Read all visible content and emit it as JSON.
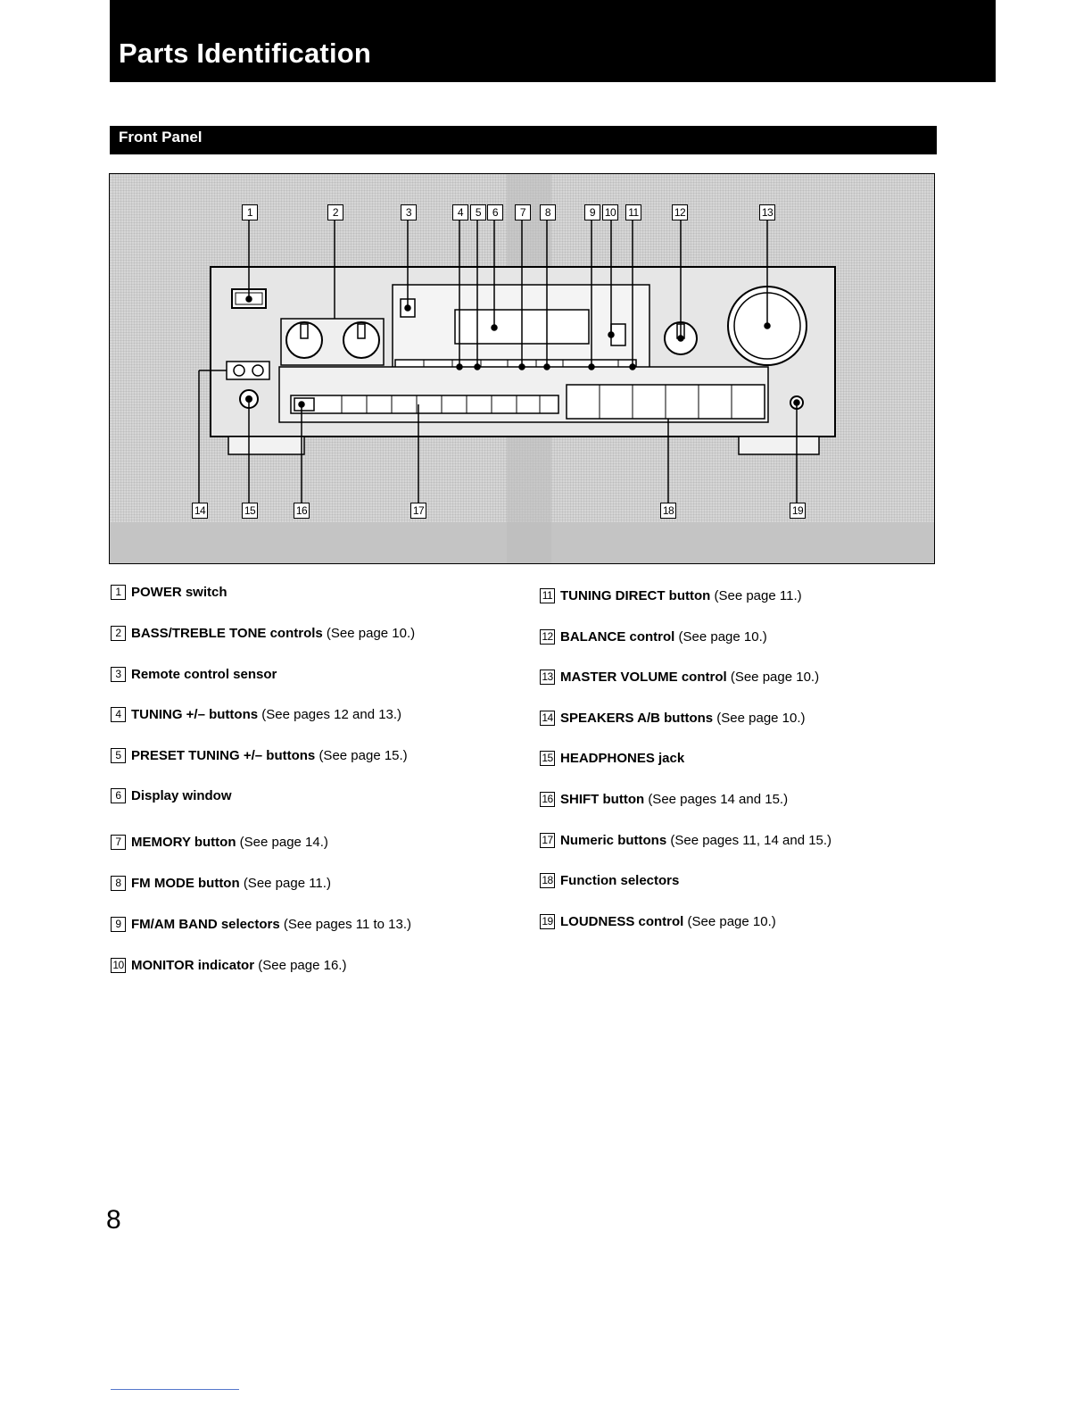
{
  "header": {
    "title": "Parts Identification"
  },
  "section": {
    "title": "Front Panel"
  },
  "figure": {
    "callouts": [
      "1",
      "2",
      "3",
      "4",
      "5",
      "6",
      "7",
      "8",
      "9",
      "10",
      "11",
      "12",
      "13",
      "14",
      "15",
      "16",
      "17",
      "18",
      "19"
    ]
  },
  "parts_left": [
    {
      "num": "1",
      "name": "POWER switch",
      "ref": ""
    },
    {
      "num": "2",
      "name": "BASS/TREBLE TONE controls",
      "ref": "(See page 10.)"
    },
    {
      "num": "3",
      "name": "Remote control sensor",
      "ref": ""
    },
    {
      "num": "4",
      "name": "TUNING +/– buttons",
      "ref": "(See pages 12 and 13.)"
    },
    {
      "num": "5",
      "name": "PRESET TUNING +/– buttons",
      "ref": "(See page 15.)"
    },
    {
      "num": "6",
      "name": "Display window",
      "ref": ""
    },
    {
      "num": "7",
      "name": "MEMORY button",
      "ref": "(See page 14.)"
    },
    {
      "num": "8",
      "name": "FM MODE button",
      "ref": "(See page 11.)"
    },
    {
      "num": "9",
      "name": "FM/AM BAND selectors",
      "ref": "(See pages 11 to 13.)"
    },
    {
      "num": "10",
      "name": "MONITOR indicator",
      "ref": "(See page 16.)"
    }
  ],
  "parts_right": [
    {
      "num": "11",
      "name": "TUNING DIRECT button",
      "ref": "(See page 11.)"
    },
    {
      "num": "12",
      "name": "BALANCE control",
      "ref": "(See page 10.)"
    },
    {
      "num": "13",
      "name": "MASTER VOLUME control",
      "ref": "(See page 10.)"
    },
    {
      "num": "14",
      "name": "SPEAKERS A/B buttons",
      "ref": "(See page 10.)"
    },
    {
      "num": "15",
      "name": "HEADPHONES jack",
      "ref": ""
    },
    {
      "num": "16",
      "name": "SHIFT button",
      "ref": "(See pages 14 and 15.)"
    },
    {
      "num": "17",
      "name": "Numeric buttons",
      "ref": "(See pages 11, 14 and 15.)"
    },
    {
      "num": "18",
      "name": "Function selectors",
      "ref": ""
    },
    {
      "num": "19",
      "name": "LOUDNESS control",
      "ref": "(See page 10.)"
    }
  ],
  "footer": {
    "page_number": "8"
  }
}
